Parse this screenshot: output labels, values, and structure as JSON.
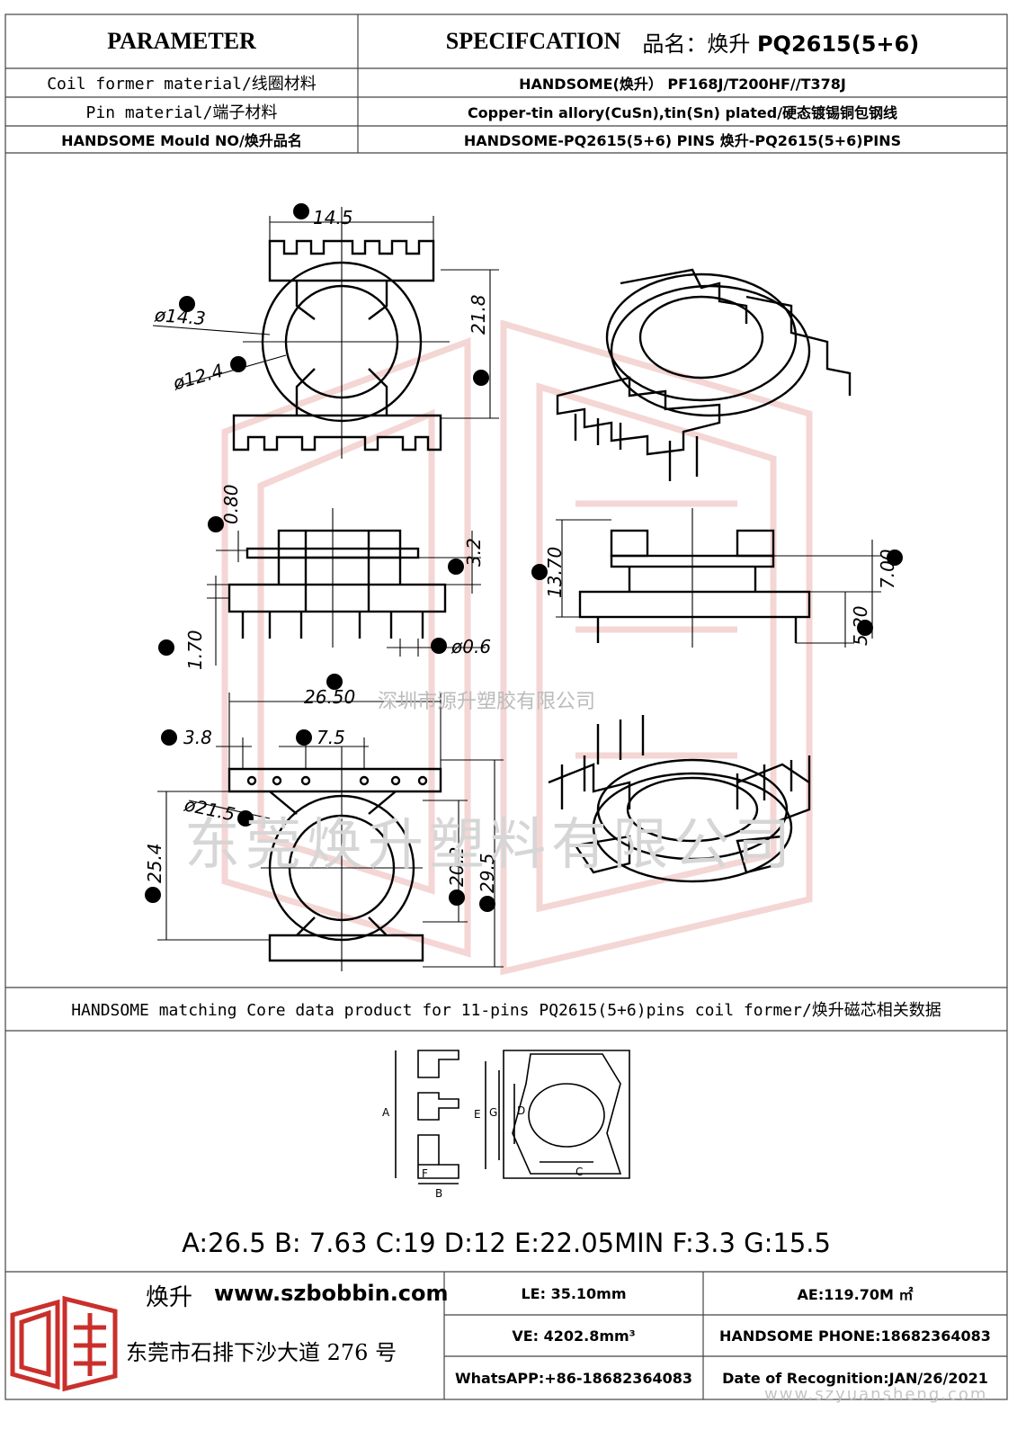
{
  "header": {
    "parameter_label": "PARAMETER",
    "spec_label": "SPECIFCATION",
    "product_name_prefix": "品名：焕升",
    "product_code": "PQ2615(5+6)"
  },
  "spec_rows": [
    {
      "param": "Coil former material/线圈材料",
      "value": "HANDSOME(焕升）  PF168J/T200HF//T378J"
    },
    {
      "param": "Pin material/端子材料",
      "value": "Copper-tin allory(CuSn),tin(Sn) plated/硬态镀锡铜包钢线"
    },
    {
      "param": "HANDSOME Mould NO/焕升品名",
      "value": "HANDSOME-PQ2615(5+6) PINS    焕升-PQ2615(5+6)PINS"
    }
  ],
  "dimensions": {
    "A": "14.5",
    "B": "ø14.3",
    "C": "ø12.4",
    "D": "21.8",
    "E": "0.80",
    "F": "3.2",
    "G": "1.70",
    "H": "ø0.6",
    "T": "13.70",
    "R": "7.00",
    "Q": "5.20",
    "O": "26.50",
    "I": "3.8",
    "J": "7.5",
    "K": "ø21.5",
    "L": "25.4",
    "M": "20.2",
    "N": "29.5"
  },
  "watermarks": {
    "company_cn": "深圳市源升塑胶有限公司",
    "factory_cn": "东莞焕升塑料有限公司",
    "website": "www.szyuansheng.com"
  },
  "core_section": {
    "title": "HANDSOME matching Core data  product for 11-pins PQ2615(5+6)pins coil former/焕升磁芯相关数据",
    "diagram_letters": [
      "A",
      "B",
      "F",
      "E",
      "G",
      "D",
      "C"
    ],
    "core_values": "A:26.5 B: 7.63 C:19 D:12 E:22.05MIN F:3.3 G:15.5"
  },
  "footer": {
    "brand_cn": "焕升",
    "website": "www.szbobbin.com",
    "address": "东莞市石排下沙大道 276 号",
    "le": "LE: 35.10mm",
    "ae": "AE:119.70M ㎡",
    "ve": "VE: 4202.8mm³",
    "phone": "HANDSOME PHONE:18682364083",
    "whatsapp": "WhatsAPP:+86-18682364083",
    "date": "Date of Recognition:JAN/26/2021"
  },
  "colors": {
    "border": "#444444",
    "watermark_red": "#d9534f",
    "logo_red": "#c9302c"
  }
}
